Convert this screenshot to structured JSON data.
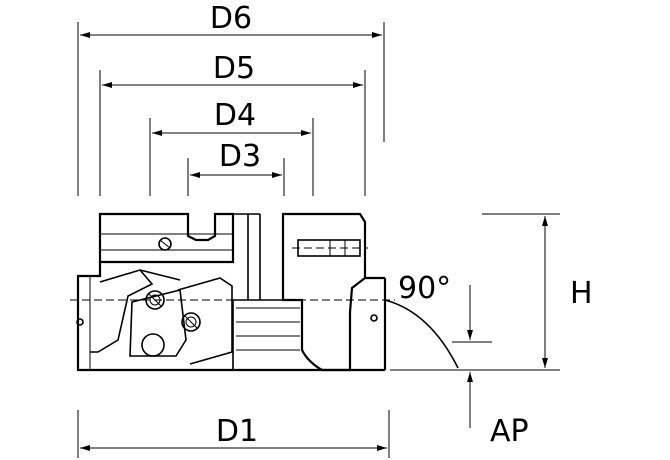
{
  "labels": {
    "d6": "D6",
    "d5": "D5",
    "d4": "D4",
    "d3": "D3",
    "d1": "D1",
    "h": "H",
    "ap": "AP",
    "angle": "90°"
  }
}
